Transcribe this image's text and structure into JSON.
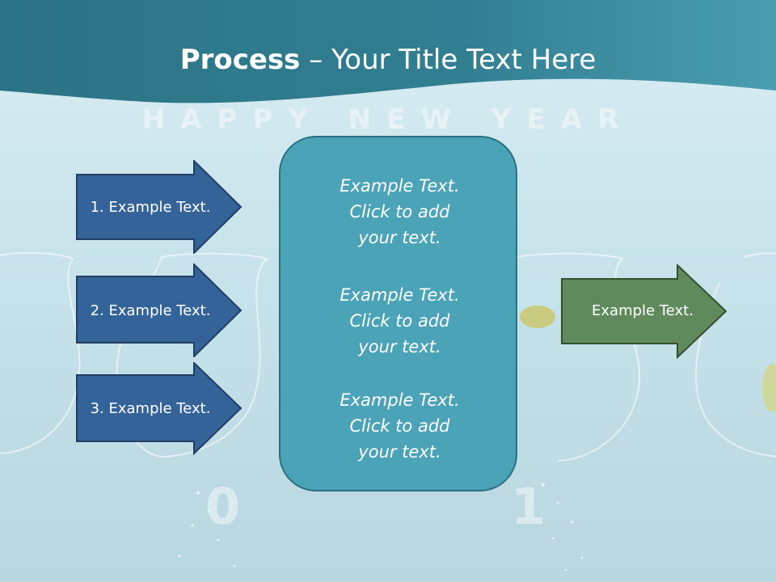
{
  "title": {
    "bold": "Process",
    "rest": " – Your Title Text Here"
  },
  "background_text": {
    "banner": "HAPPY NEW YEAR",
    "digit_left": "0",
    "digit_right": "1"
  },
  "left_arrows": [
    {
      "label": "1. Example Text."
    },
    {
      "label": "2. Example Text."
    },
    {
      "label": "3. Example Text."
    }
  ],
  "center_box": {
    "blocks": [
      {
        "line1": "Example Text.",
        "line2": "Click  to add",
        "line3": "your text."
      },
      {
        "line1": "Example Text.",
        "line2": "Click  to add",
        "line3": "your text."
      },
      {
        "line1": "Example Text.",
        "line2": "Click  to add",
        "line3": "your text."
      }
    ]
  },
  "right_arrow": {
    "label": "Example Text."
  },
  "colors": {
    "header": "#2f7f93",
    "left_arrow_fill": "#34639a",
    "center_box_fill": "#4aa3b6",
    "right_arrow_fill": "#5f8a5c"
  }
}
